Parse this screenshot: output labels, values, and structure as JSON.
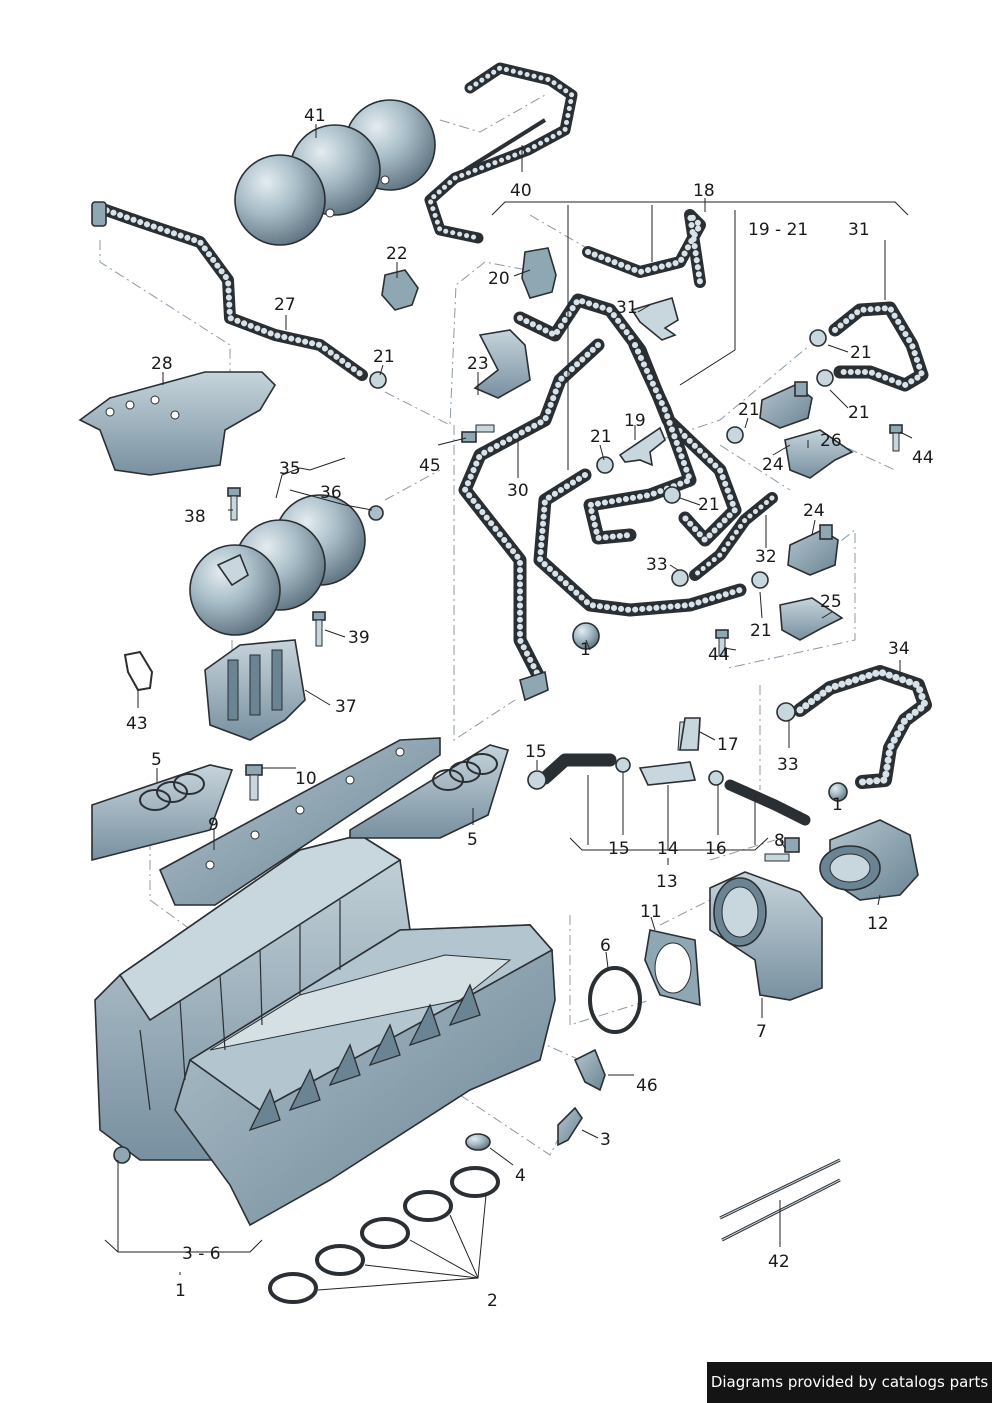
{
  "diagram": {
    "labels": {
      "l41": "41",
      "l40": "40",
      "l18": "18",
      "l19_21": "19 - 21",
      "l31a": "31",
      "l22": "22",
      "l20": "20",
      "l27": "27",
      "l31b": "31",
      "l21a": "21",
      "l28": "28",
      "l23": "23",
      "l21b": "21",
      "l21c": "21",
      "l21d": "21",
      "l19": "19",
      "l26": "26",
      "l44a": "44",
      "l24a": "24",
      "l21e": "21",
      "l21f": "21",
      "l35": "35",
      "l36": "36",
      "l45": "45",
      "l30": "30",
      "l38": "38",
      "l24b": "24",
      "l32": "32",
      "l33a": "33",
      "l25": "25",
      "l21g": "21",
      "l39": "39",
      "l44b": "44",
      "l1a": "1",
      "l34": "34",
      "l43": "43",
      "l37": "37",
      "l5a": "5",
      "l15a": "15",
      "l17": "17",
      "l10": "10",
      "l33b": "33",
      "l9": "9",
      "l5b": "5",
      "l1b": "1",
      "l8": "8",
      "l15b": "15",
      "l14": "14",
      "l16": "16",
      "l13": "13",
      "l11": "11",
      "l12": "12",
      "l6": "6",
      "l7": "7",
      "l46": "46",
      "l3": "3",
      "l4": "4",
      "l3_6": "3 - 6",
      "l42": "42",
      "l1c": "1",
      "l2": "2"
    },
    "colors": {
      "part_fill": "#8fa7b3",
      "part_light": "#c8d6dd",
      "hose_dots": "#d8e2e8",
      "leader": "#222222",
      "dash_line": "#8a9aa8"
    }
  },
  "footer": {
    "credit": "Diagrams provided by catalogs parts"
  }
}
